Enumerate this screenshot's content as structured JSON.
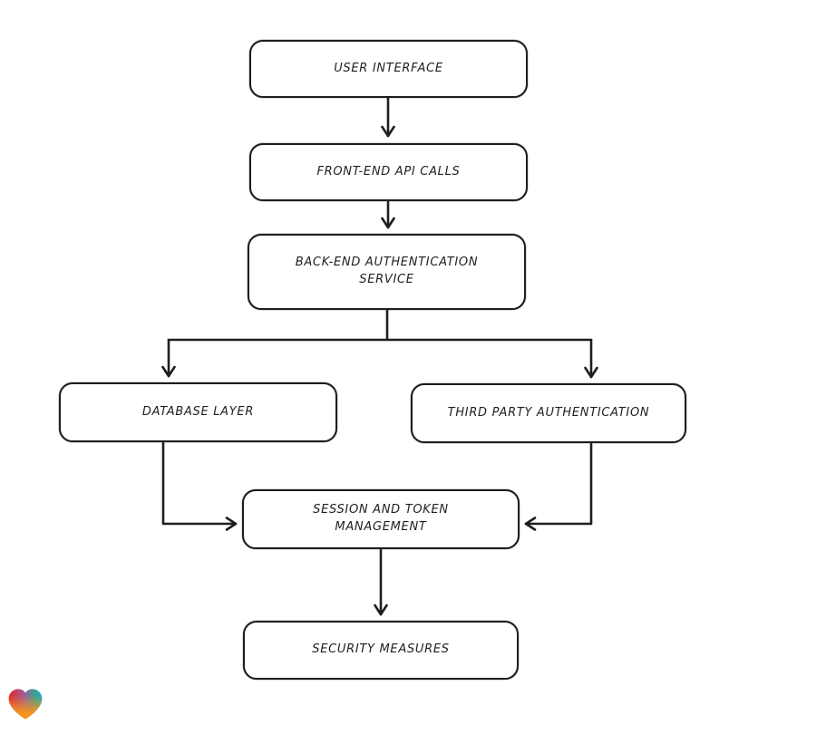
{
  "diagram": {
    "nodes": [
      {
        "id": "user-interface",
        "label": "USER INTERFACE"
      },
      {
        "id": "front-end-api-calls",
        "label": "FRONT-END API CALLS"
      },
      {
        "id": "back-end-authentication-service",
        "label": "BACK-END AUTHENTICATION\nSERVICE"
      },
      {
        "id": "database-layer",
        "label": "DATABASE LAYER"
      },
      {
        "id": "third-party-authentication",
        "label": "THIRD PARTY AUTHENTICATION"
      },
      {
        "id": "session-and-token-management",
        "label": "SESSION AND TOKEN\nMANAGEMENT"
      },
      {
        "id": "security-measures",
        "label": "SECURITY MEASURES"
      }
    ],
    "edges": [
      {
        "from": "user-interface",
        "to": "front-end-api-calls"
      },
      {
        "from": "front-end-api-calls",
        "to": "back-end-authentication-service"
      },
      {
        "from": "back-end-authentication-service",
        "to": "database-layer"
      },
      {
        "from": "back-end-authentication-service",
        "to": "third-party-authentication"
      },
      {
        "from": "database-layer",
        "to": "session-and-token-management"
      },
      {
        "from": "third-party-authentication",
        "to": "session-and-token-management"
      },
      {
        "from": "session-and-token-management",
        "to": "security-measures"
      }
    ],
    "style": {
      "stroke_color": "#1e1e1e",
      "node_fill": "#ffffff",
      "background": "#ffffff"
    },
    "watermark": {
      "icon": "heart-gradient-logo",
      "colors": [
        "#e8232b",
        "#f6921e",
        "#22a7d6"
      ]
    }
  }
}
